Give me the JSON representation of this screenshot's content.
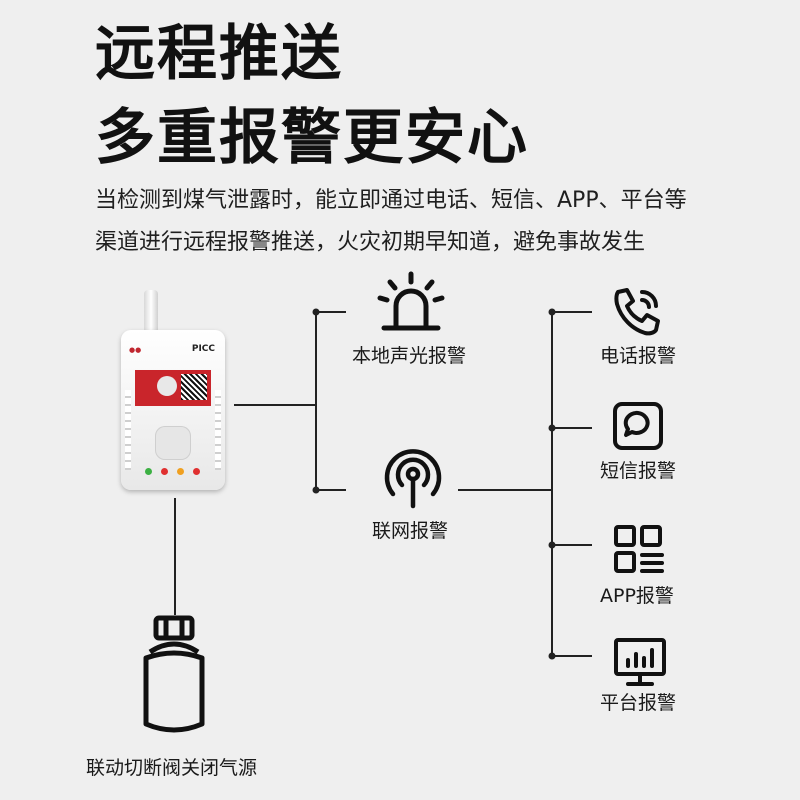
{
  "headline": {
    "line1": "远程推送",
    "line2": "多重报警更安心"
  },
  "description": {
    "line1": "当检测到煤气泄露时，能立即通过电话、短信、APP、平台等",
    "line2": "渠道进行远程报警推送，火灾初期早知道，避免事故发生"
  },
  "device": {
    "brand": "PICC"
  },
  "local_alarm": {
    "label": "本地声光报警",
    "icon": "siren-icon"
  },
  "network_alarm": {
    "label": "联网报警",
    "icon": "broadcast-icon"
  },
  "remote_channels": [
    {
      "label": "电话报警",
      "icon": "phone-icon"
    },
    {
      "label": "短信报警",
      "icon": "message-icon"
    },
    {
      "label": "APP报警",
      "icon": "app-grid-icon"
    },
    {
      "label": "平台报警",
      "icon": "monitor-chart-icon"
    }
  ],
  "gas_source": {
    "label": "联动切断阀关闭气源",
    "icon": "gas-cylinder-icon"
  },
  "colors": {
    "line": "#222222",
    "text": "#1a1a1a",
    "label_red": "#c9252b",
    "background": "#efefef"
  }
}
